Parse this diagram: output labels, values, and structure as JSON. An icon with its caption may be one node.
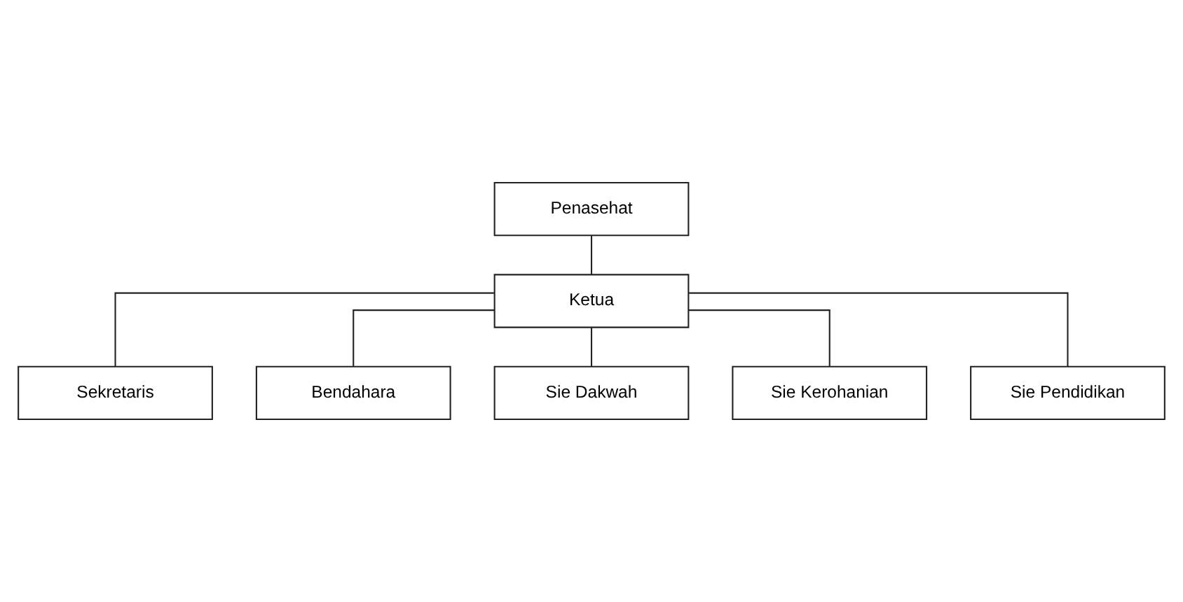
{
  "diagram": {
    "nodes": [
      {
        "text": [
          "Penasehat"
        ]
      },
      {
        "text": [
          "Ketua"
        ]
      },
      {
        "text": [
          "Sekretaris"
        ]
      },
      {
        "text": [
          "Bendahara"
        ]
      },
      {
        "text": [
          "Sie Dakwah"
        ]
      },
      {
        "text": [
          "Sie Kerohanian"
        ]
      },
      {
        "text": [
          "Sie Pendidikan"
        ]
      }
    ],
    "edges": [
      {
        "from": 0,
        "to": 1,
        "arrow": "none"
      },
      {
        "from": 1,
        "to": 2,
        "arrow": "none"
      },
      {
        "from": 1,
        "to": 3,
        "arrow": "none"
      },
      {
        "from": 1,
        "to": 4,
        "arrow": "none"
      },
      {
        "from": 1,
        "to": 5,
        "arrow": "none"
      },
      {
        "from": 1,
        "to": 6,
        "arrow": "none"
      }
    ]
  }
}
